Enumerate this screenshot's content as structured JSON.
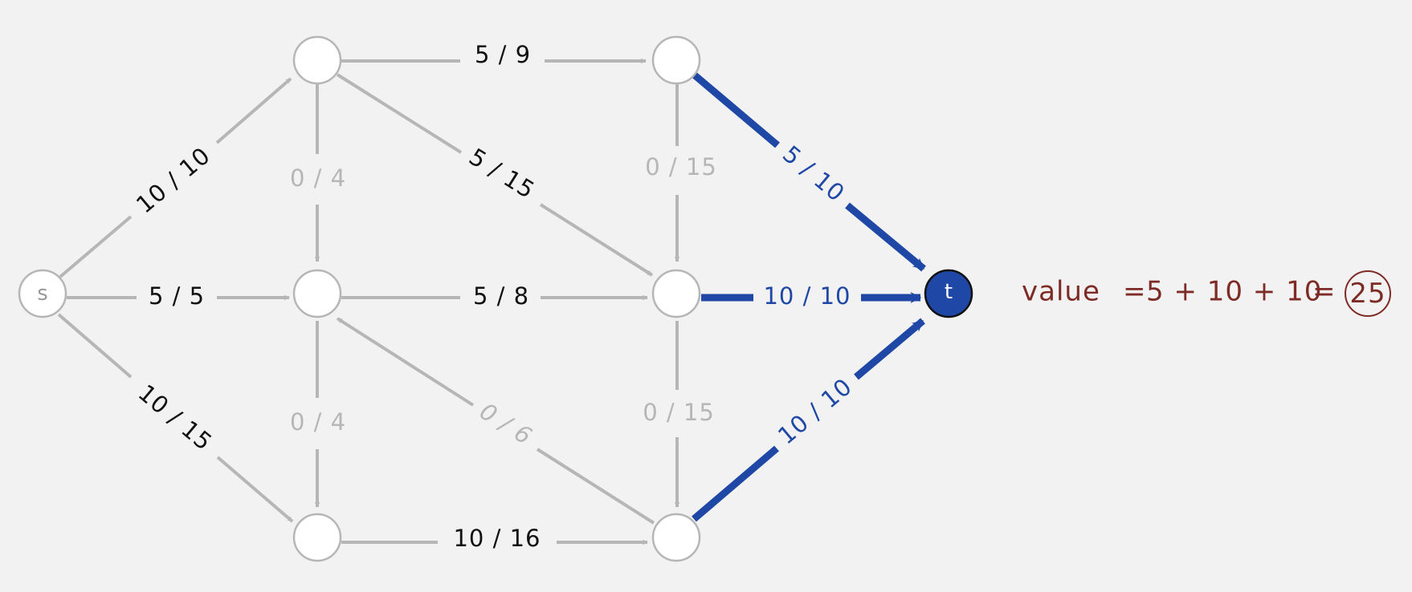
{
  "colors": {
    "background": "#f2f2f2",
    "inactive": "#b6b6b6",
    "saturated": "#1f48a6",
    "label_text": "#111111",
    "node_fill": "#ffffff",
    "value_text": "#7d2b24"
  },
  "nodes": {
    "s": {
      "label": "s"
    },
    "a": {
      "label": ""
    },
    "b": {
      "label": ""
    },
    "c": {
      "label": ""
    },
    "d": {
      "label": ""
    },
    "e": {
      "label": ""
    },
    "f": {
      "label": ""
    },
    "t": {
      "label": "t"
    }
  },
  "edges": {
    "s_a": {
      "label": "10 / 10"
    },
    "s_b": {
      "label": "5 / 5"
    },
    "s_c": {
      "label": "10 / 15"
    },
    "a_d": {
      "label": "5 / 9"
    },
    "a_b": {
      "label": "0 / 4"
    },
    "a_e": {
      "label": "5 / 15"
    },
    "b_e": {
      "label": "5 / 8"
    },
    "b_c": {
      "label": "0 / 4"
    },
    "f_b": {
      "label": "0 / 6"
    },
    "c_f": {
      "label": "10 / 16"
    },
    "d_e": {
      "label": "0 / 15"
    },
    "e_f": {
      "label": "0 / 15"
    },
    "d_t": {
      "label": "5 / 10"
    },
    "e_t": {
      "label": "10 / 10"
    },
    "f_t": {
      "label": "10 / 10"
    }
  },
  "value": {
    "prefix": "value",
    "equals1": "=",
    "expression": "5 + 10 + 10",
    "equals2": "=",
    "total": "25"
  }
}
